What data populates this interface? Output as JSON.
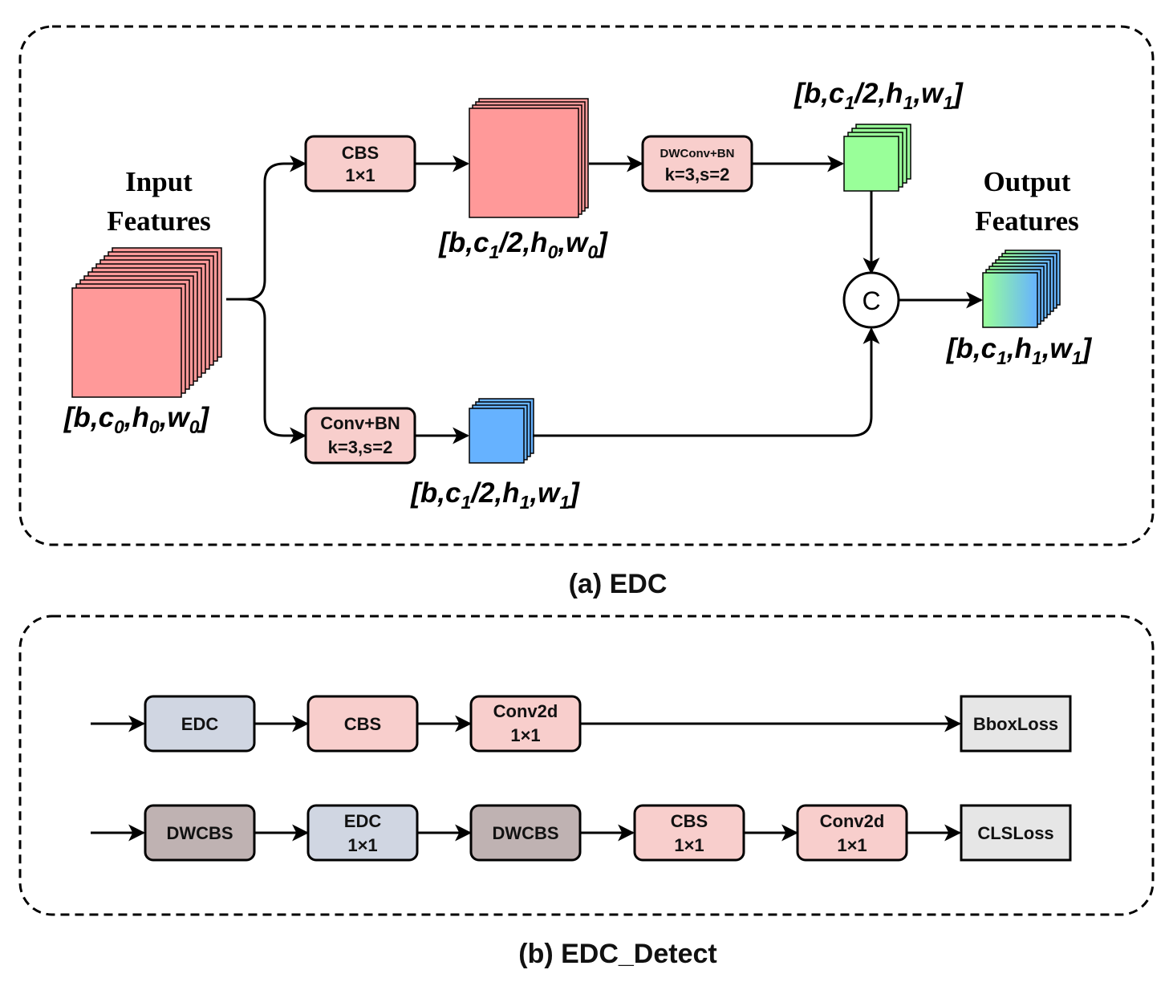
{
  "panel_a": {
    "input_label": [
      "Input",
      "Features"
    ],
    "output_label": [
      "Output",
      "Features"
    ],
    "blocks": {
      "cbs": [
        "CBS",
        "1×1"
      ],
      "conv_bn": [
        "Conv+BN",
        "k=3,s=2"
      ],
      "dwconv_bn": [
        "DWConv+BN",
        "k=3,s=2"
      ]
    },
    "concat_symbol": "C",
    "dims": {
      "input": {
        "open": "[b,c",
        "s1": "0",
        "m1": ",h",
        "s2": "0",
        "m2": ",w",
        "s3": "0",
        "close": "]"
      },
      "top_mid": {
        "open": "[b,c",
        "s1": "1",
        "m1": "/2,h",
        "s2": "0",
        "m2": ",w",
        "s3": "0",
        "close": "]"
      },
      "top_right": {
        "open": "[b,c",
        "s1": "1",
        "m1": "/2,h",
        "s2": "1",
        "m2": ",w",
        "s3": "1",
        "close": "]"
      },
      "bottom": {
        "open": "[b,c",
        "s1": "1",
        "m1": "/2,h",
        "s2": "1",
        "m2": ",w",
        "s3": "1",
        "close": "]"
      },
      "output": {
        "open": "[b,c",
        "s1": "1",
        "m1": ",h",
        "s2": "1",
        "m2": ",w",
        "s3": "1",
        "close": "]"
      }
    },
    "caption": "(a)  EDC"
  },
  "panel_b": {
    "row1": {
      "edc": "EDC",
      "cbs": "CBS",
      "conv2d": [
        "Conv2d",
        "1×1"
      ],
      "loss": "BboxLoss"
    },
    "row2": {
      "dwcbs_1": "DWCBS",
      "edc": [
        "EDC",
        "1×1"
      ],
      "dwcbs_2": "DWCBS",
      "cbs": [
        "CBS",
        "1×1"
      ],
      "conv2d": [
        "Conv2d",
        "1×1"
      ],
      "loss": "CLSLoss"
    },
    "caption": "(b)  EDC_Detect"
  },
  "colors": {
    "pink_block": "#f8cecc",
    "feature_red": "#ff9999",
    "feature_blue": "#66b2ff",
    "feature_green": "#99ff99",
    "edc_block": "#d0d6e2",
    "dwcbs_block": "#bfb2b2",
    "loss_block": "#e6e6e6"
  }
}
